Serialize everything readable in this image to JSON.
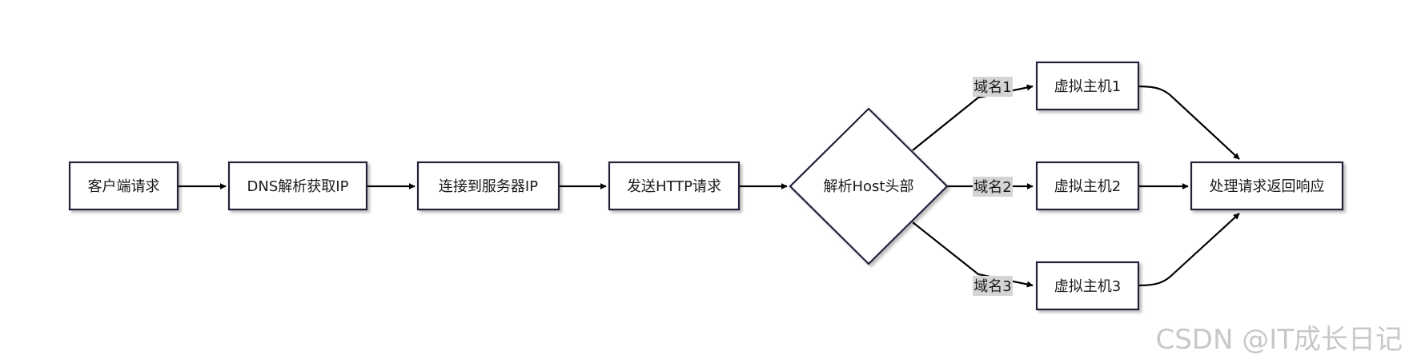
{
  "diagram": {
    "nodes": {
      "client_request": "客户端请求",
      "dns_resolve": "DNS解析获取IP",
      "connect_server": "连接到服务器IP",
      "send_http": "发送HTTP请求",
      "parse_host": "解析Host头部",
      "vhost1": "虚拟主机1",
      "vhost2": "虚拟主机2",
      "vhost3": "虚拟主机3",
      "process_return": "处理请求返回响应"
    },
    "edge_labels": {
      "domain1": "域名1",
      "domain2": "域名2",
      "domain3": "域名3"
    }
  },
  "watermark": "CSDN @IT成长日记",
  "colors": {
    "node_border": "#23223a",
    "edge": "#000000",
    "label_bg": "#d4d4d4",
    "watermark": "#c8c8c8"
  }
}
